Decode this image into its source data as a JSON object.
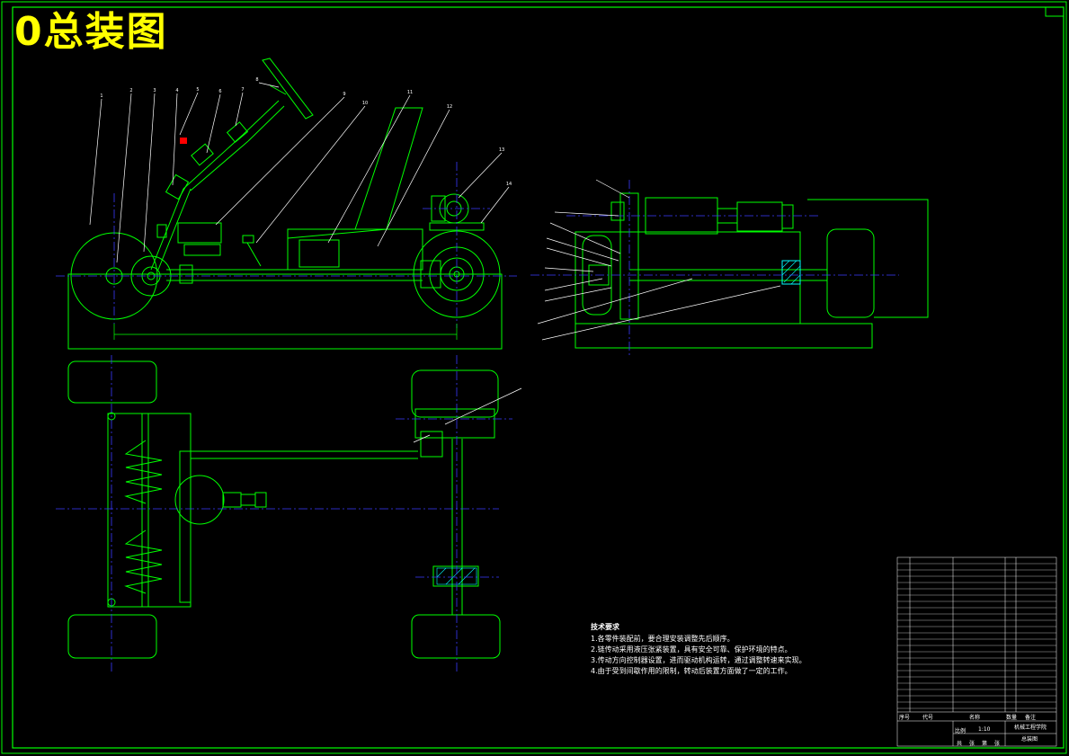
{
  "drawing": {
    "title": "0总装图",
    "colors": {
      "background": "#000000",
      "outline": "#00ff00",
      "centerline": "#0000ff",
      "leader": "#ffffff",
      "title": "#ffff00",
      "hatch": "#00ffff"
    }
  },
  "technical_notes": {
    "heading": "技术要求",
    "items": [
      "1.各零件装配前，要合理安装调整先后顺序。",
      "2.链传动采用液压张紧装置，具有安全可靠、保护环境的特点。",
      "3.传动方向控制器设置，进而驱动机构运转，通过调整转速来实现。",
      "4.由于受到间歇作用的限制，转动后装置方面做了一定的工作。"
    ]
  },
  "title_block": {
    "institution": "机械工程学院",
    "drawing_name": "总装图",
    "scale_label": "比例",
    "scale_value": "1:10",
    "footer_labels": [
      "共",
      "张",
      "第",
      "张"
    ],
    "header_labels": [
      "序号",
      "代号",
      "名称",
      "数量",
      "备注"
    ]
  },
  "part_numbers": [
    "1",
    "2",
    "3",
    "4",
    "5",
    "6",
    "7",
    "8",
    "9",
    "10",
    "11",
    "12",
    "13",
    "14"
  ]
}
